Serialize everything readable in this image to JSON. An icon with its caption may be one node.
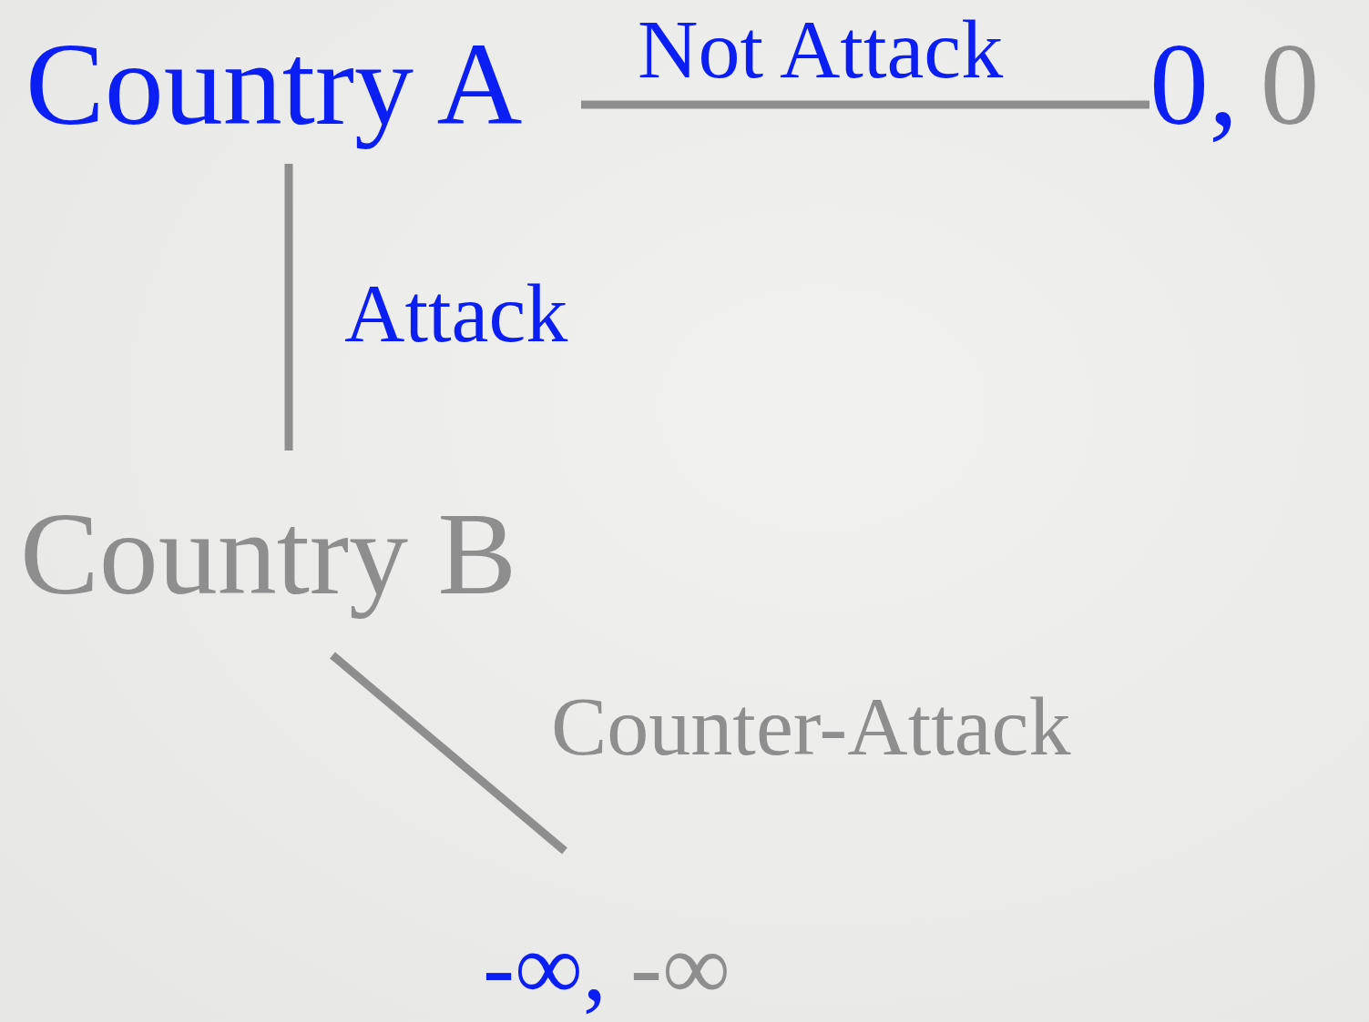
{
  "diagram": {
    "nodes": [
      {
        "text": [
          "Country A"
        ]
      },
      {
        "text": [
          "0,",
          "0"
        ]
      },
      {
        "text": [
          "Country B"
        ]
      },
      {
        "text": [
          "-∞,",
          "-∞"
        ]
      }
    ],
    "edges": [
      {
        "from": 0,
        "to": 1,
        "arrow": "none",
        "label": "Not Attack"
      },
      {
        "from": 0,
        "to": 2,
        "arrow": "none",
        "label": "Attack"
      },
      {
        "from": 2,
        "to": 3,
        "arrow": "none",
        "label": "Counter-Attack"
      }
    ]
  }
}
